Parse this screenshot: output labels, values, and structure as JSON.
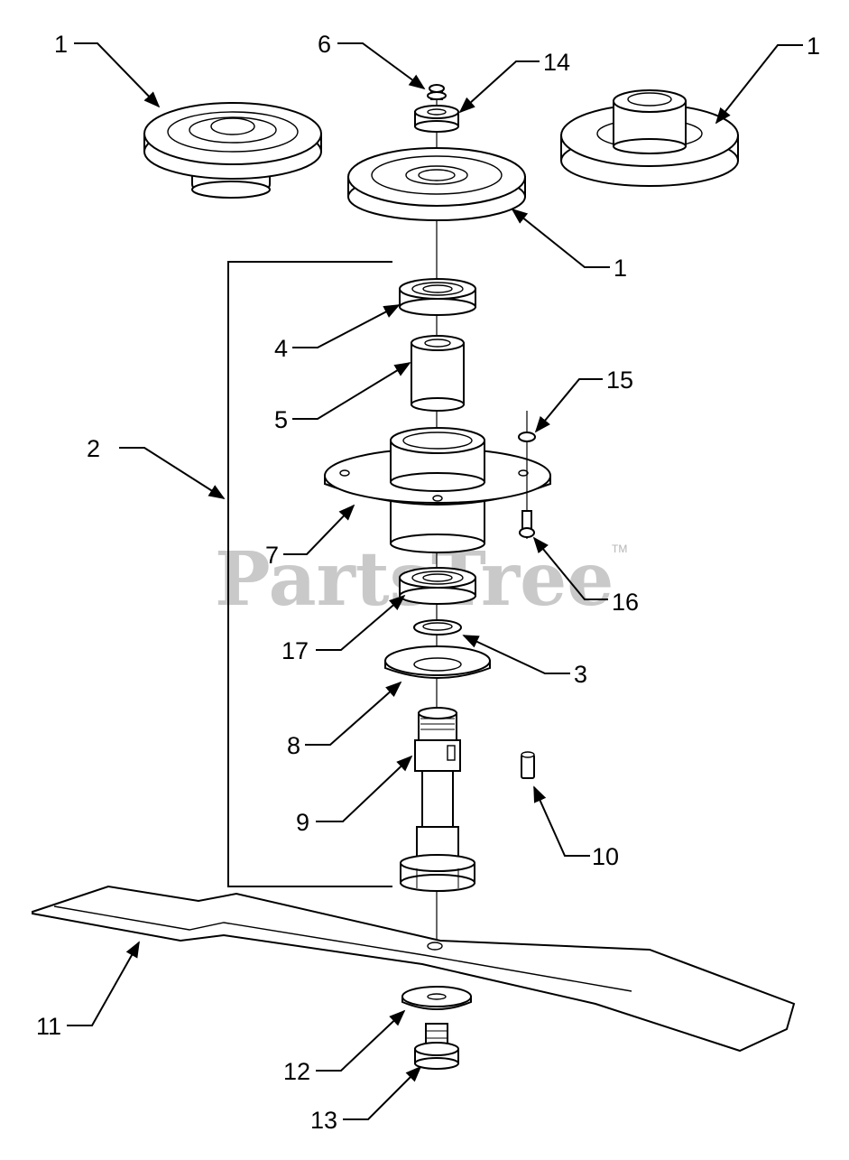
{
  "watermark": {
    "text": "PartsTree",
    "trademark": "TM"
  },
  "callouts": [
    {
      "id": "c-1a",
      "text": "1"
    },
    {
      "id": "c-6",
      "text": "6"
    },
    {
      "id": "c-14",
      "text": "14"
    },
    {
      "id": "c-1b",
      "text": "1"
    },
    {
      "id": "c-1c",
      "text": "1"
    },
    {
      "id": "c-4",
      "text": "4"
    },
    {
      "id": "c-5",
      "text": "5"
    },
    {
      "id": "c-15",
      "text": "15"
    },
    {
      "id": "c-2",
      "text": "2"
    },
    {
      "id": "c-7",
      "text": "7"
    },
    {
      "id": "c-16",
      "text": "16"
    },
    {
      "id": "c-17",
      "text": "17"
    },
    {
      "id": "c-3",
      "text": "3"
    },
    {
      "id": "c-8",
      "text": "8"
    },
    {
      "id": "c-9",
      "text": "9"
    },
    {
      "id": "c-10",
      "text": "10"
    },
    {
      "id": "c-11",
      "text": "11"
    },
    {
      "id": "c-12",
      "text": "12"
    },
    {
      "id": "c-13",
      "text": "13"
    }
  ]
}
